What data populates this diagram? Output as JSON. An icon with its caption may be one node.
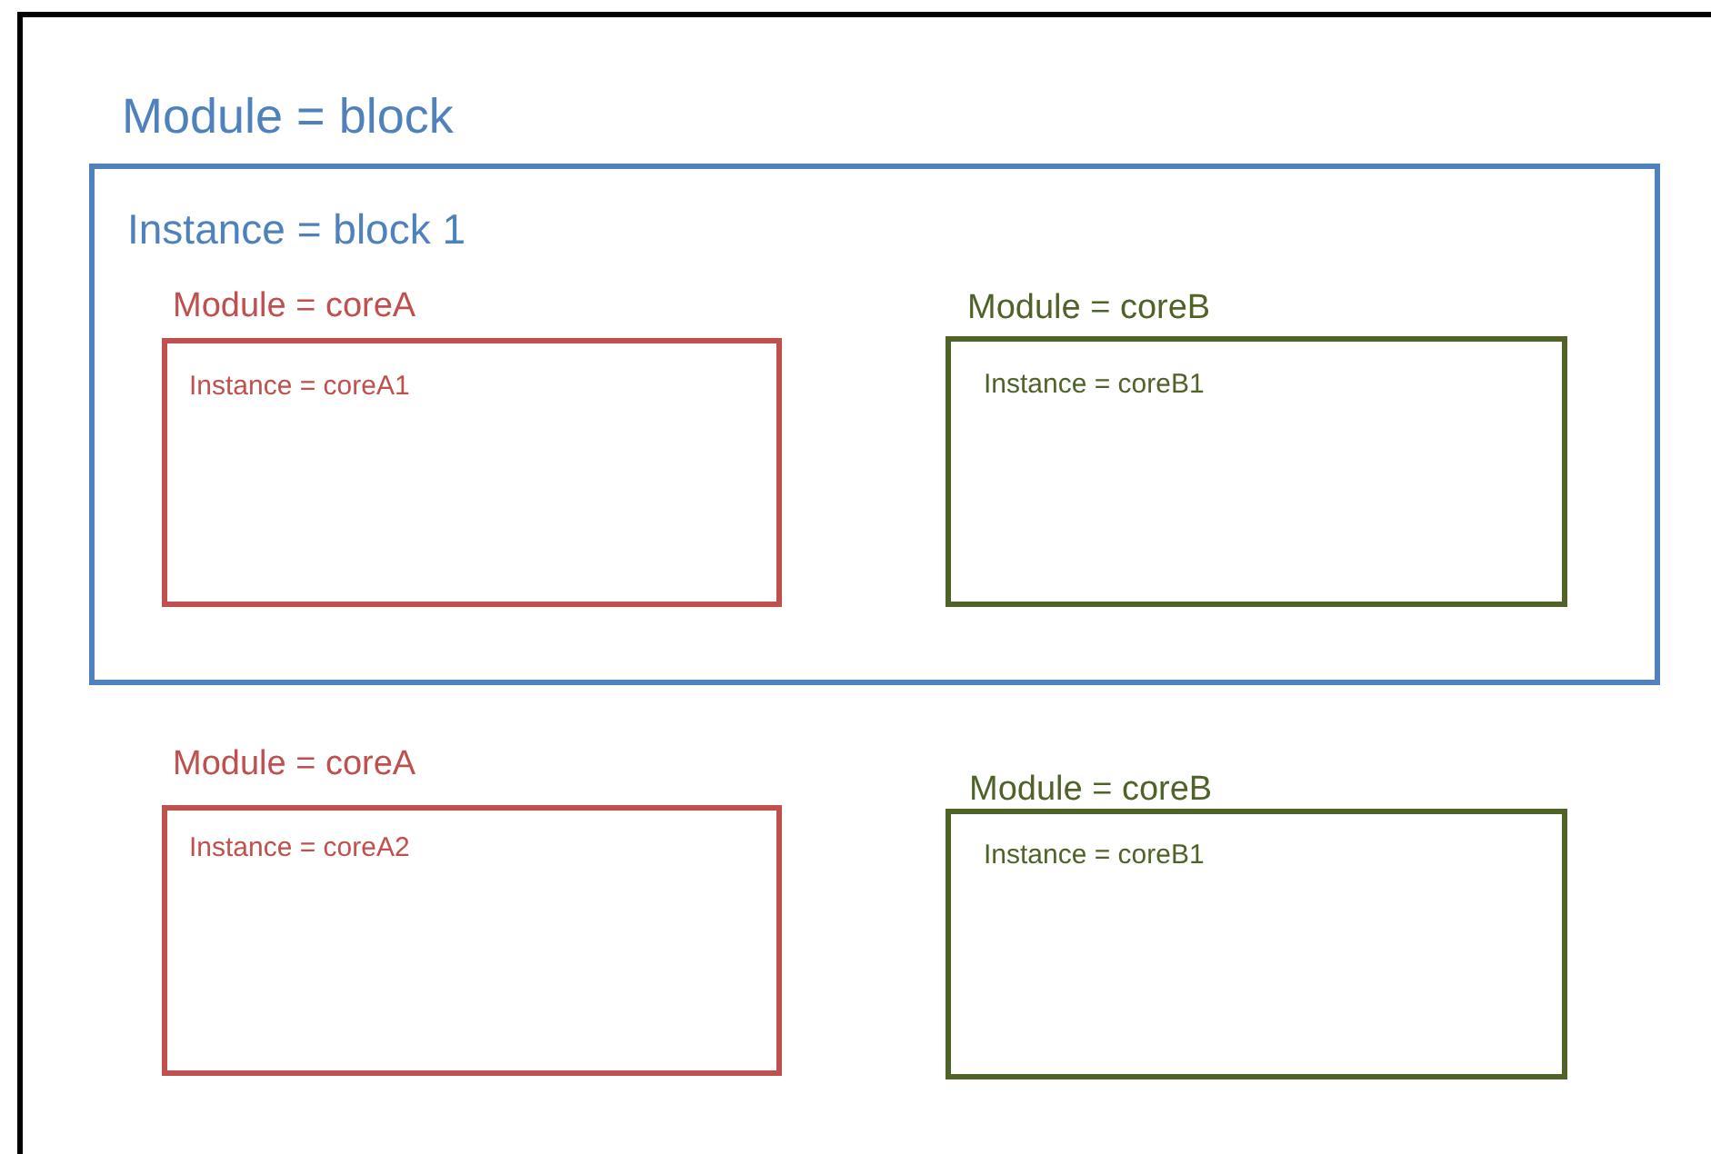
{
  "diagram": {
    "nodes": [
      {
        "text": [
          "Module = block",
          "Instance = block 1"
        ]
      },
      {
        "text": [
          "Module = coreA",
          "Instance = coreA1"
        ],
        "in": 0
      },
      {
        "text": [
          "Module = coreB",
          "Instance = coreB1"
        ],
        "in": 0
      },
      {
        "text": [
          "Module = coreA",
          "Instance = coreA2"
        ]
      },
      {
        "text": [
          "Module = coreB",
          "Instance = coreB1"
        ]
      }
    ]
  }
}
